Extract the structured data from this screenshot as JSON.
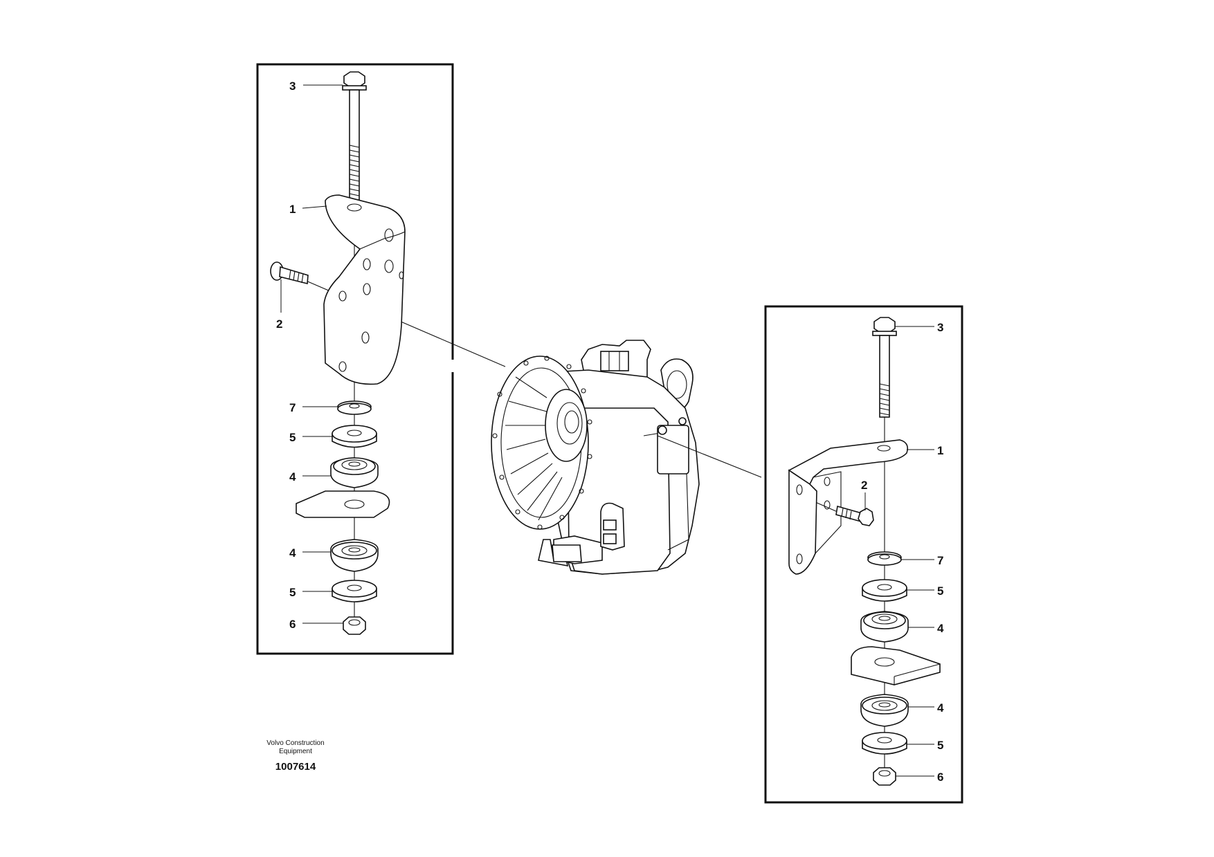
{
  "credit": {
    "line1": "Volvo Construction",
    "line2": "Equipment",
    "number": "1007614"
  },
  "left_panel": {
    "callouts": [
      "3",
      "1",
      "2",
      "7",
      "5",
      "4",
      "4",
      "5",
      "6"
    ]
  },
  "right_panel": {
    "callouts": [
      "3",
      "1",
      "2",
      "7",
      "5",
      "4",
      "4",
      "5",
      "6"
    ]
  }
}
